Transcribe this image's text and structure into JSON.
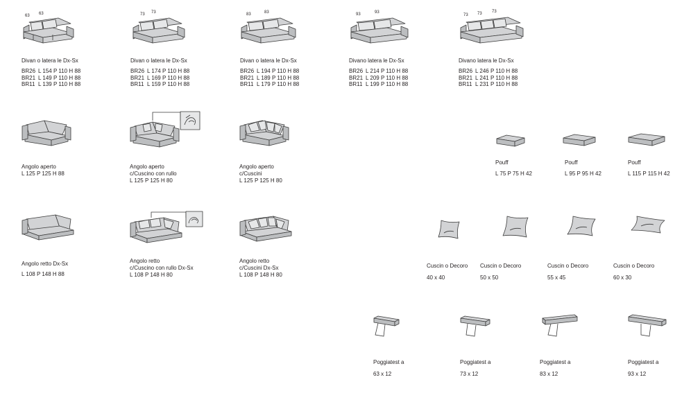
{
  "sofas": [
    {
      "widths": [
        "63",
        "63"
      ],
      "title": "Divan o latera  le Dx-Sx",
      "rows": [
        [
          "BR26",
          "L 154 P 110 H 88"
        ],
        [
          "BR21",
          "L 149 P 110 H 88"
        ],
        [
          "BR11",
          "L 139 P 110 H 88"
        ]
      ]
    },
    {
      "widths": [
        "73",
        "73"
      ],
      "title": "Divan o latera  le Dx-Sx",
      "rows": [
        [
          "BR26",
          "L 174 P 110 H 88"
        ],
        [
          "BR21",
          "L 169 P 110 H 88"
        ],
        [
          "BR11",
          "L 159 P 110 H 88"
        ]
      ]
    },
    {
      "widths": [
        "83",
        "83"
      ],
      "title": "Divan o latera  le Dx-Sx",
      "rows": [
        [
          "BR26",
          "L 194 P 110 H 88"
        ],
        [
          "BR21",
          "L 189 P 110 H 88"
        ],
        [
          "BR11",
          "L 179 P 110 H 88"
        ]
      ]
    },
    {
      "widths": [
        "93",
        "93"
      ],
      "title": "Divano  latera  le Dx-Sx",
      "rows": [
        [
          "BR26",
          "L 214 P 110 H 88"
        ],
        [
          "BR21",
          "L 209 P 110 H 88"
        ],
        [
          "BR11",
          "L 199 P 110 H 88"
        ]
      ]
    },
    {
      "widths": [
        "73",
        "73",
        "73"
      ],
      "title": "Divano  latera  le Dx-Sx",
      "rows": [
        [
          "BR26",
          "L 246 P 110 H 88"
        ],
        [
          "BR21",
          "L 241 P 110 H 88"
        ],
        [
          "BR11",
          "L 231 P 110 H 88"
        ]
      ]
    }
  ],
  "corners_open": [
    {
      "lines": [
        "Angolo aperto",
        "L 125 P 125 H 88"
      ]
    },
    {
      "lines": [
        "Angolo aperto",
        "c/Cuscino con rullo",
        "L 125 P 125 H 80"
      ]
    },
    {
      "lines": [
        "Angolo aperto",
        "c/Cuscini",
        "L 125 P 125 H 80"
      ]
    }
  ],
  "corners_right": [
    {
      "lines": [
        "Angolo retto Dx-Sx",
        "L 108 P 148 H 88"
      ]
    },
    {
      "lines": [
        "Angolo retto",
        "c/Cuscino con rullo Dx-Sx",
        "L 108 P 148 H 80"
      ]
    },
    {
      "lines": [
        "Angolo retto",
        "c/Cuscini Dx-Sx",
        "L 108 P 148 H 80"
      ]
    }
  ],
  "poufs": [
    {
      "name": "Pouff",
      "dims": "L 75 P 75 H 42"
    },
    {
      "name": "Pouff",
      "dims": "L 95 P 95 H 42"
    },
    {
      "name": "Pouff",
      "dims": "L 115 P 115 H 42"
    }
  ],
  "cushions": [
    {
      "name": "Cuscin  o Decoro",
      "size": "40 x 40"
    },
    {
      "name": "Cuscin  o Decoro",
      "size": "50 x 50"
    },
    {
      "name": "Cuscin  o Decoro",
      "size": "55 x 45"
    },
    {
      "name": "Cuscin  o Decoro",
      "size": "60 x 30"
    }
  ],
  "headrests": [
    {
      "name": "Poggiatest a",
      "size": "63 x 12"
    },
    {
      "name": "Poggiatest a",
      "size": "73 x 12"
    },
    {
      "name": "Poggiatest a",
      "size": "83 x 12"
    },
    {
      "name": "Poggiatest a",
      "size": "93 x 12"
    }
  ]
}
